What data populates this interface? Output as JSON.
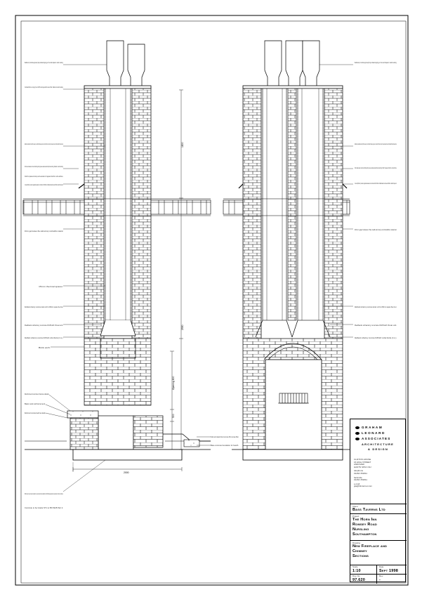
{
  "annotations_left": [
    "Redbank (or similar approved) clay rebated topping pot. Set and shaped to match existing.",
    "Corbelled brick on coping. Set on DPC and topped with cement fillet. Flashed to match existing.",
    "Redbank clay rebated flue liners (200mm square). Liners filled with rebates uppermost. Jointed with fireproof mortar. Space between liners and brickwork filled with weak mortar.",
    "20mm lead soaker and cover flashing with purpose-made lead and drip-free bending. Flashed to match existing.",
    "Finish the plates and cramp as the elevation if it appears that this is a fire wall here.",
    "2 coat (20mm) render applied sealed or similar with 100mm hardboard and steel 100mm slab fireproof.",
    "40mm gap between flue wall and any combustible material.",
    "15mm thermal spacer.",
    "Redbank refractory concrete starter unit for 200mm square flue liner.",
    "Redbank refractory concrete DUPLEX throat unit.",
    "Redbank refractory concrete DUPLEX corbel blocks (4 no.).",
    "Brick arch.",
    "Reinforced concrete lintel as details.",
    "Basic and reinforcement.",
    "Reinforced concrete hearth as details.",
    "300mm clear mass concrete foundation to be constructed to the satisfaction of the Building Inspector after examination of the soil conditions.",
    "Concrete to be Grade ST1 to BS 5328 Part 2."
  ],
  "annotations_right": [
    "Redbank (or similar approved) clay rebated topping pot. Set and shaped to match existing.",
    "Redbank clay rebated flue liners (200mm square). Liners filled with rebates uppermost. Jointed with fireproof mortar. Space between liners and brickwork filled with weak mortar.",
    "20mm lead soaker and cover flashing with purpose-made lead and drip-free bending. Finish if it appears that this is a fire wall here.",
    "2 coat (20mm) render applied sealed or similar with 100mm hardboard and steel 100mm slab fireproof.",
    "40mm gap between flue wall and any combustible material.",
    "Redbank refractory concrete starter unit for 200mm square flue liner.",
    "Redbank refractory concrete DUPLEX throat unit.",
    "Redbank refractory concrete DUPLEX corbel blocks (4 no.)."
  ],
  "annotations_middle": [
    "Solid and raked lintel concrete fill concrete filler.",
    "Base concrete foundation for hearth."
  ],
  "dimensions": {
    "upper_height": "1800",
    "lower_height": "2550",
    "opening_height": "Opening 800",
    "hearth_height": "500",
    "base_width": "2000"
  },
  "title_block": {
    "firm_line1": "GRAHAM",
    "firm_line2": "LEONARD",
    "firm_line3": "ASSOCIATES",
    "firm_line4": "ARCHITECTURE",
    "firm_line5": "& DESIGN",
    "address": [
      "CLIFTON HOUSE",
      "16 HIGH STREET",
      "ANDOVER",
      "HANTS SP10 1NJ"
    ],
    "telephone_label": "telephone",
    "telephone": "01264 351811",
    "facsimile_label": "facsimile",
    "facsimile": "01264 351811",
    "email_label": "e-mail",
    "email": "gla@btinternet.com",
    "client_label": "Client",
    "client": "Bass Taverns Ltd",
    "project_label": "Project",
    "project": [
      "The Horn Inn",
      "Romsey Road",
      "Nursling",
      "Southampton"
    ],
    "drawing_label": "Drawing",
    "drawing": [
      "New Fireplace and",
      "Chimney",
      "Sections"
    ],
    "scale_label": "Scale",
    "scale": "1:10",
    "date_label": "Date",
    "date": "Sept 1998",
    "drg_label": "Drg. No.",
    "drg": "97.620",
    "rev_label": "Rev.",
    "rev": "-"
  },
  "colors": {
    "line": "#000000",
    "paper": "#ffffff"
  }
}
